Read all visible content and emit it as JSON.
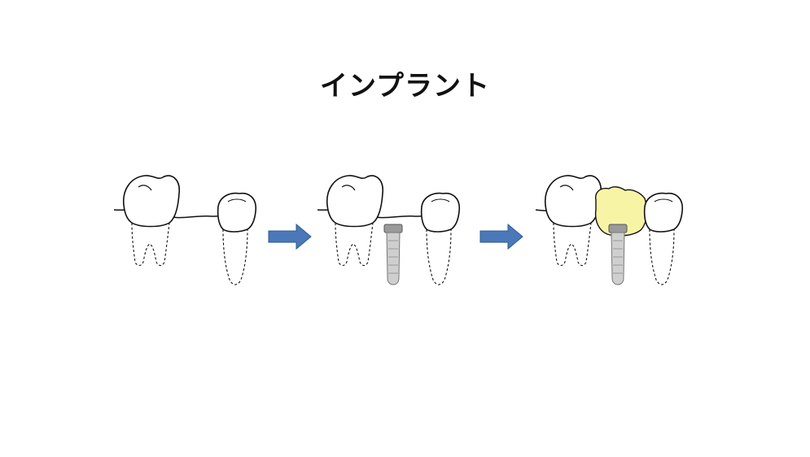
{
  "slide": {
    "title": "インプラント"
  },
  "panels": [
    {
      "state": "missing-tooth"
    },
    {
      "state": "implant-placed"
    },
    {
      "state": "crown-attached"
    }
  ],
  "colors": {
    "arrow": "#4a78b8",
    "arrow_stroke": "#2f5a96",
    "crown_fill": "#f7f4a6",
    "implant_fill": "#c9c9c9",
    "implant_dark": "#7a7a7a",
    "line": "#111111"
  }
}
